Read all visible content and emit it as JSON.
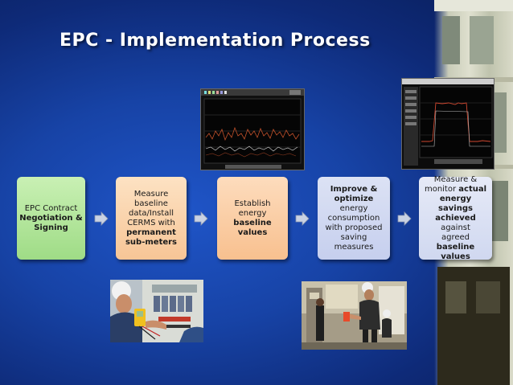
{
  "title": "EPC - Implementation Process",
  "steps": [
    {
      "lines": [
        {
          "t": "EPC Contract",
          "b": false
        },
        {
          "t": "Negotiation &",
          "b": true
        },
        {
          "t": "Signing",
          "b": true
        }
      ]
    },
    {
      "lines": [
        {
          "t": "Measure",
          "b": false
        },
        {
          "t": "baseline",
          "b": false
        },
        {
          "t": "data/Install",
          "b": false
        },
        {
          "t": "CERMS with",
          "b": false
        },
        {
          "t": "permanent",
          "b": true
        },
        {
          "t": "sub-meters",
          "b": true
        }
      ]
    },
    {
      "lines": [
        {
          "t": "Establish",
          "b": false
        },
        {
          "t": "energy",
          "b": false
        },
        {
          "t": "baseline",
          "b": true
        },
        {
          "t": "values",
          "b": true
        }
      ]
    },
    {
      "lines": [
        {
          "t": "Improve &",
          "b": true
        },
        {
          "t": "optimize",
          "b": true
        },
        {
          "t": "energy",
          "b": false
        },
        {
          "t": "consumption",
          "b": false
        },
        {
          "t": "with proposed",
          "b": false
        },
        {
          "t": "saving",
          "b": false
        },
        {
          "t": "measures",
          "b": false
        }
      ]
    },
    {
      "lines": [
        {
          "t": "Measure &",
          "b": false
        },
        {
          "t": "monitor ",
          "b": false,
          "inline_next": true
        },
        {
          "t": "actual",
          "b": true
        },
        {
          "t": "energy savings",
          "b": true
        },
        {
          "t": "achieved",
          "b": true
        },
        {
          "t": "against",
          "b": false
        },
        {
          "t": "agreed",
          "b": false
        },
        {
          "t": "baseline",
          "b": true
        },
        {
          "t": "values",
          "b": true
        }
      ]
    }
  ],
  "colors": {
    "background": "#1743a6",
    "green_box": "#b6e79f",
    "orange_box": "#f9d0a8",
    "blue_box": "#d0d8f0",
    "arrow": "#c9d2e3"
  }
}
